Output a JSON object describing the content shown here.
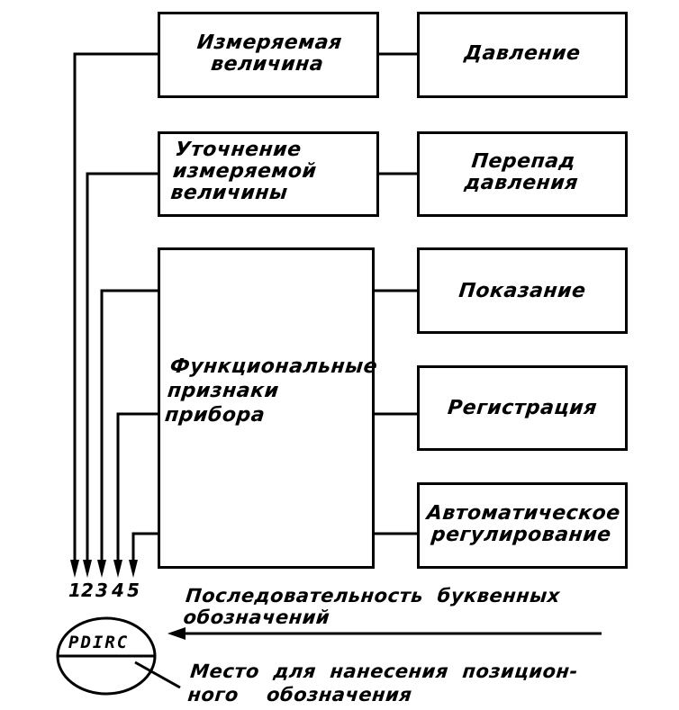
{
  "boxes": {
    "measured_value": "Измеряемая\nвеличина",
    "pressure": "Давление",
    "refinement": "Уточнение\nизмеряемой\nвеличины",
    "pressure_drop": "Перепад\nдавления",
    "functional": "Функциональные\nпризнаки\nприбора",
    "indication": "Показание",
    "registration": "Регистрация",
    "automatic_control": "Автоматическое\nрегулирование"
  },
  "position_numbers": [
    "1",
    "2",
    "3",
    "4",
    "5"
  ],
  "sequence_label": "Последовательность  буквенных\nобозначений",
  "designation_code": "PDIRC",
  "place_label": "Место  для  нанесения  позицион-\nного    обозначения"
}
